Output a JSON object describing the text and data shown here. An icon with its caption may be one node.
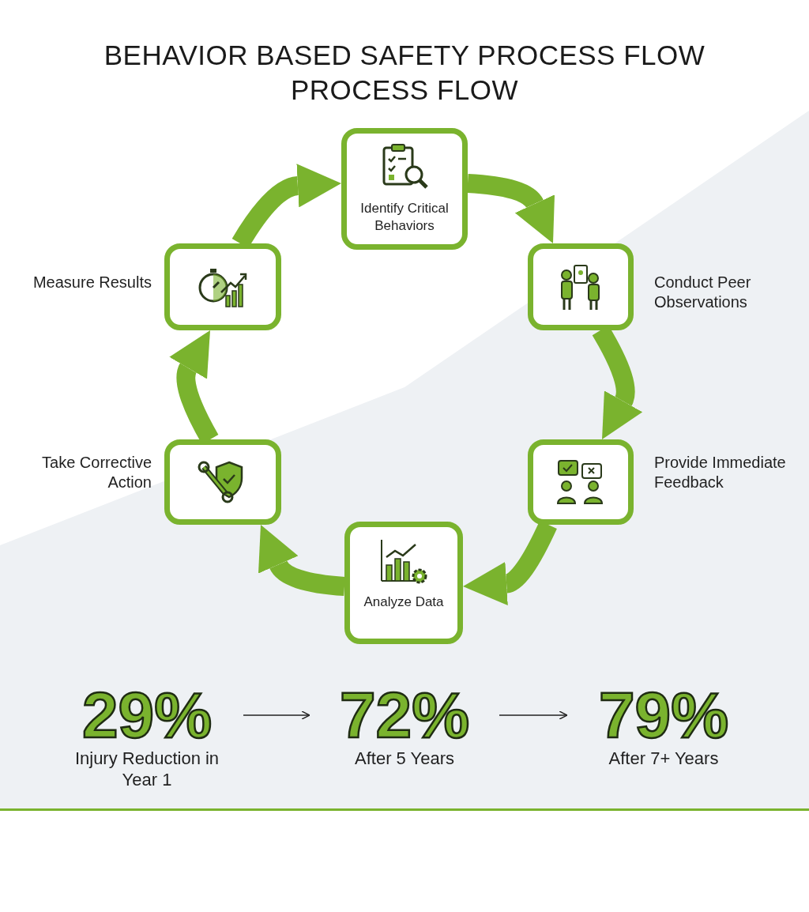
{
  "diagram": {
    "title": "BEHAVIOR BASED SAFETY PROCESS FLOW PROCESS FLOW",
    "nodes": [
      {
        "text": [
          "Identify Critical Behaviors"
        ]
      },
      {
        "text": [
          "Conduct Peer Observations"
        ]
      },
      {
        "text": [
          "Provide Immediate Feedback"
        ]
      },
      {
        "text": [
          "Analyze Data"
        ]
      },
      {
        "text": [
          "Take Corrective Action"
        ]
      },
      {
        "text": [
          "Measure Results"
        ]
      },
      {
        "text": [
          "29%",
          "Injury Reduction in Year 1"
        ]
      },
      {
        "text": [
          "72%",
          "After 5 Years"
        ]
      },
      {
        "text": [
          "79%",
          "After 7+ Years"
        ]
      }
    ],
    "edges": [
      {
        "from": 0,
        "to": 1,
        "arrow": "to"
      },
      {
        "from": 1,
        "to": 2,
        "arrow": "to"
      },
      {
        "from": 2,
        "to": 3,
        "arrow": "to"
      },
      {
        "from": 3,
        "to": 4,
        "arrow": "to"
      },
      {
        "from": 4,
        "to": 5,
        "arrow": "to"
      },
      {
        "from": 5,
        "to": 0,
        "arrow": "to"
      },
      {
        "from": 6,
        "to": 7,
        "arrow": "to",
        "color": "#222222"
      },
      {
        "from": 7,
        "to": 8,
        "arrow": "to",
        "color": "#222222"
      }
    ]
  }
}
